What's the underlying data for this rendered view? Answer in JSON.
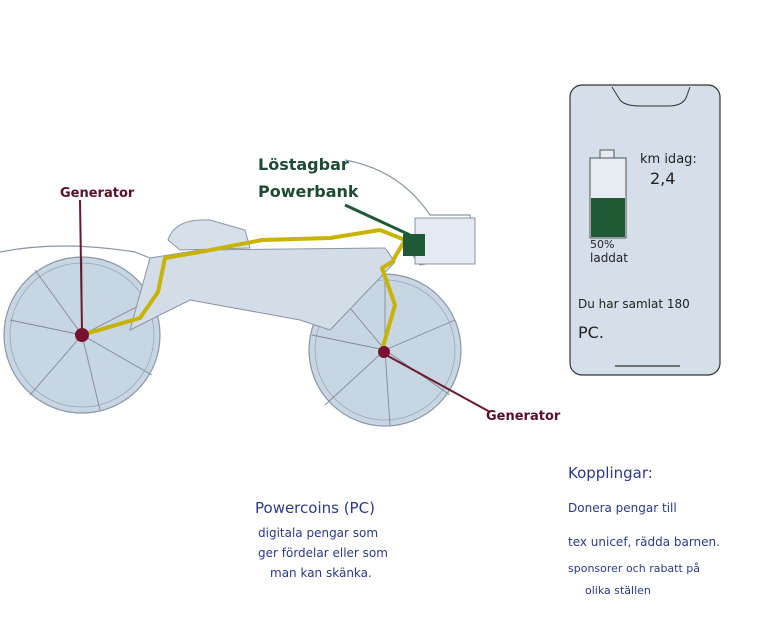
{
  "labels": {
    "generator_left": "Generator",
    "generator_right": "Generator",
    "powerbank_line1": "Löstagbar",
    "powerbank_line2": "Powerbank"
  },
  "phone": {
    "km_label": "km idag:",
    "km_value": "2,4",
    "battery_percent": "50%",
    "battery_label": "laddat",
    "battery_level": 0.5,
    "total_line": "Du har samlat 180",
    "total_unit": "PC."
  },
  "note_powercoins": {
    "title": "Powercoins (PC)",
    "line1": "digitala pengar som",
    "line2": "ger fördelar eller som",
    "line3": "man kan skänka."
  },
  "note_partners": {
    "title": "Kopplingar:",
    "line1": "Donera pengar till",
    "line2": "tex unicef, rädda barnen.",
    "line3": "sponsorer och rabatt på",
    "line4": "olika ställen"
  },
  "colors": {
    "wheel_fill": "#c8d6e4",
    "frame_fill": "#d3dde8",
    "wire": "#c8b400",
    "generator_dot": "#7a1030",
    "generator_line": "#6a1a2c",
    "powerbank": "#1f5a38",
    "battery_fill": "#1e5a36",
    "ink_blue": "#2a3a8a"
  }
}
